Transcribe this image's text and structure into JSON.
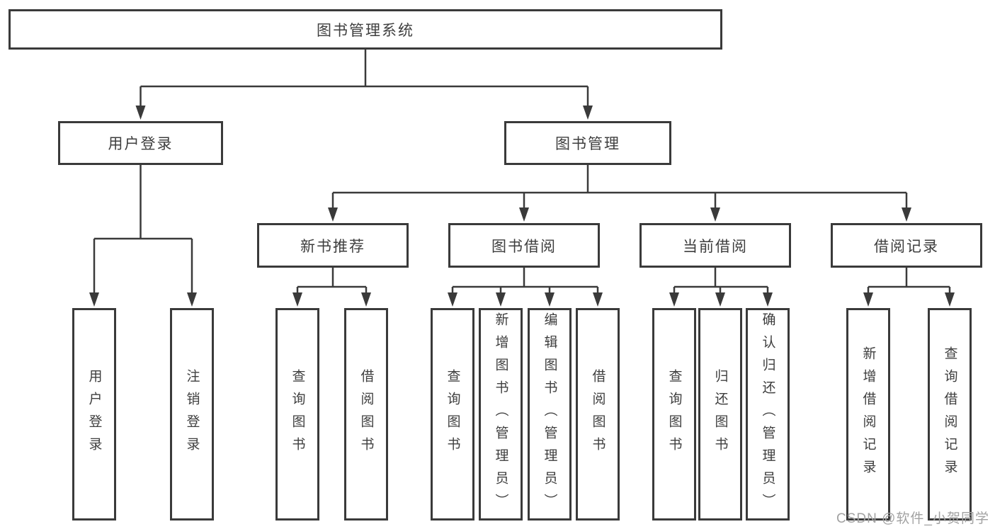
{
  "tree": {
    "root": {
      "label": "图书管理系统"
    },
    "branches": [
      {
        "label": "用户登录",
        "children": [
          {
            "label": "用户登录"
          },
          {
            "label": "注销登录"
          }
        ]
      },
      {
        "label": "图书管理",
        "sections": [
          {
            "label": "新书推荐",
            "children": [
              {
                "label": "查询图书"
              },
              {
                "label": "借阅图书"
              }
            ]
          },
          {
            "label": "图书借阅",
            "children": [
              {
                "label": "查询图书"
              },
              {
                "label": "新增图书（管理员）"
              },
              {
                "label": "编辑图书（管理员）"
              },
              {
                "label": "借阅图书"
              }
            ]
          },
          {
            "label": "当前借阅",
            "children": [
              {
                "label": "查询图书"
              },
              {
                "label": "归还图书"
              },
              {
                "label": "确认归还（管理员）"
              }
            ]
          },
          {
            "label": "借阅记录",
            "children": [
              {
                "label": "新增借阅记录"
              },
              {
                "label": "查询借阅记录"
              }
            ]
          }
        ]
      }
    ]
  },
  "watermark": {
    "text": "CSDN @软件_小贺同学"
  },
  "colors": {
    "line": "#3a3a3a",
    "text": "#3e3e3e",
    "background": "#ffffff",
    "watermark": "#a2a2a2"
  }
}
